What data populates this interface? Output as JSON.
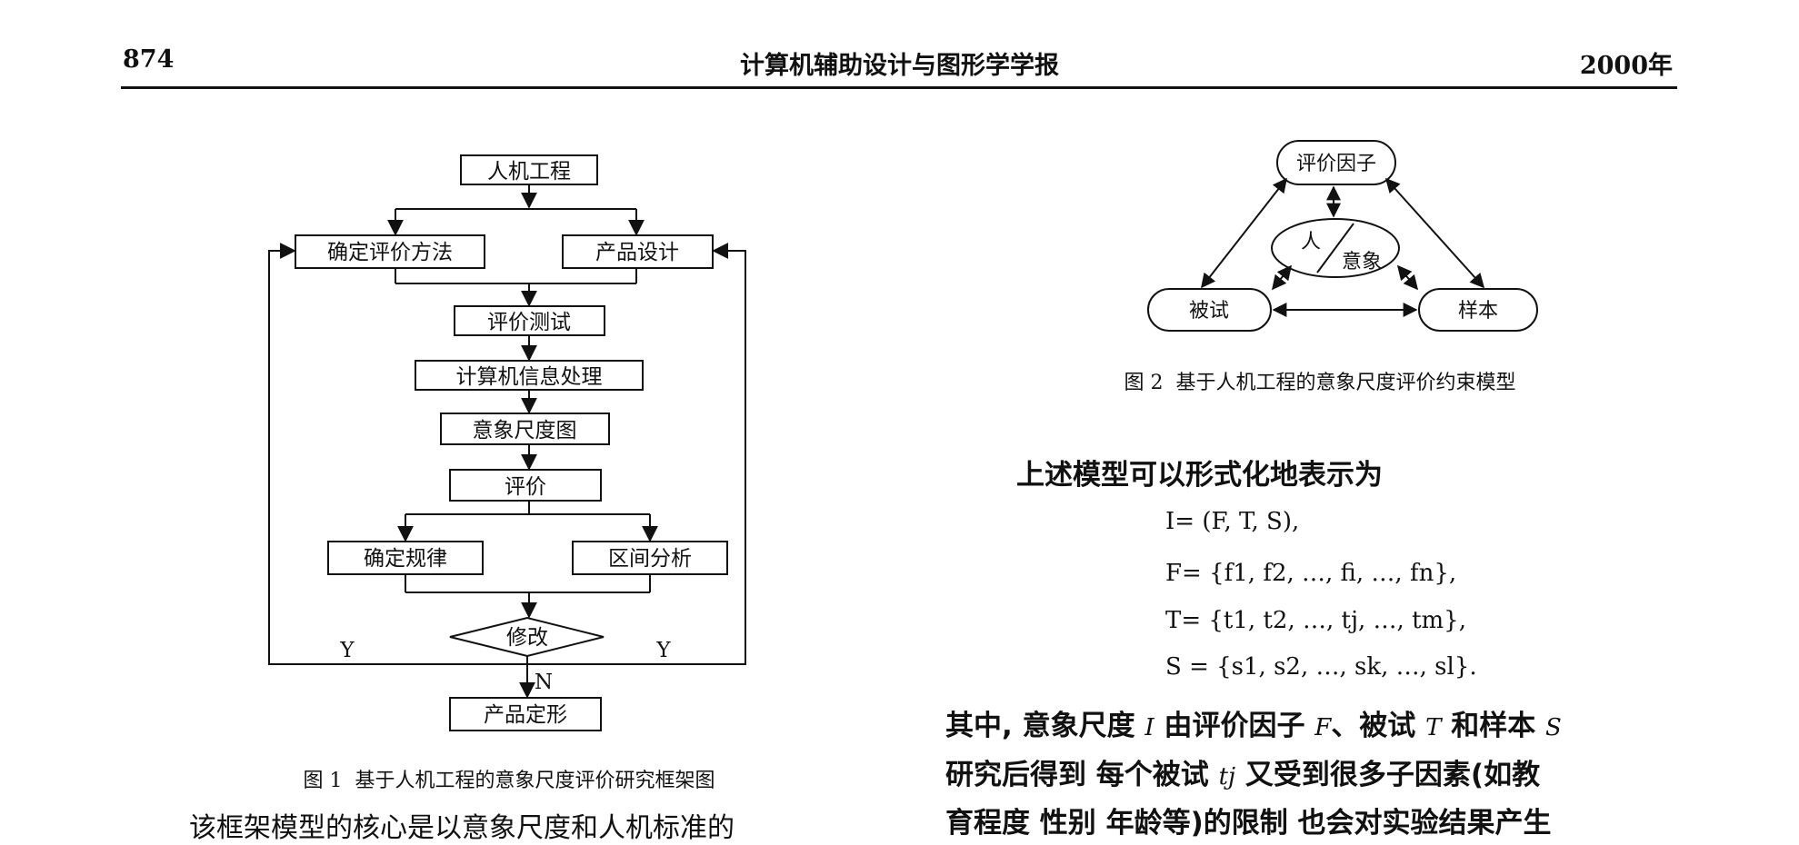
{
  "header": {
    "page_number": "874",
    "journal_title": "计算机辅助设计与图形学学报",
    "year": "2000年"
  },
  "figure1": {
    "nodes": {
      "ergonomics": "人机工程",
      "determine_method": "确定评价方法",
      "product_design": "产品设计",
      "eval_test": "评价测试",
      "computer_processing": "计算机信息处理",
      "image_scale_chart": "意象尺度图",
      "evaluation": "评价",
      "determine_rules": "确定规律",
      "interval_analysis": "区间分析",
      "modify": "修改",
      "finalize": "产品定形"
    },
    "labels": {
      "yes_left": "Y",
      "yes_right": "Y",
      "no": "N"
    },
    "caption": "图 1  基于人机工程的意象尺度评价研究框架图"
  },
  "figure2": {
    "nodes": {
      "factor": "评价因子",
      "person": "人",
      "image": "意象",
      "subject": "被试",
      "sample": "样本"
    },
    "caption": "图 2  基于人机工程的意象尺度评价约束模型"
  },
  "body": {
    "intro": "上述模型可以形式化地表示为",
    "equations": [
      "I= (F, T, S),",
      "F=  {f1, f2, …, fi, …, fn},",
      "T=  {t1, t2, …, tj, …, tm},",
      "S = {s1, s2, …, sk, …, sl}."
    ],
    "para1": {
      "p1": "其中, 意象尺度 ",
      "v1": "I",
      "p2": " 由评价因子 ",
      "v2": "F",
      "p3": "、被试 ",
      "v3": "T",
      "p4": " 和样本 ",
      "v4": "S"
    },
    "para2": {
      "p1": "研究后得到  每个被试 ",
      "v1": "tj",
      "p2": " 又受到很多子因素(如教"
    },
    "para3": "育程度 性别 年龄等)的限制 也会对实验结果产生",
    "left_partial": "该框架模型的核心是以意象尺度和人机标准的"
  }
}
